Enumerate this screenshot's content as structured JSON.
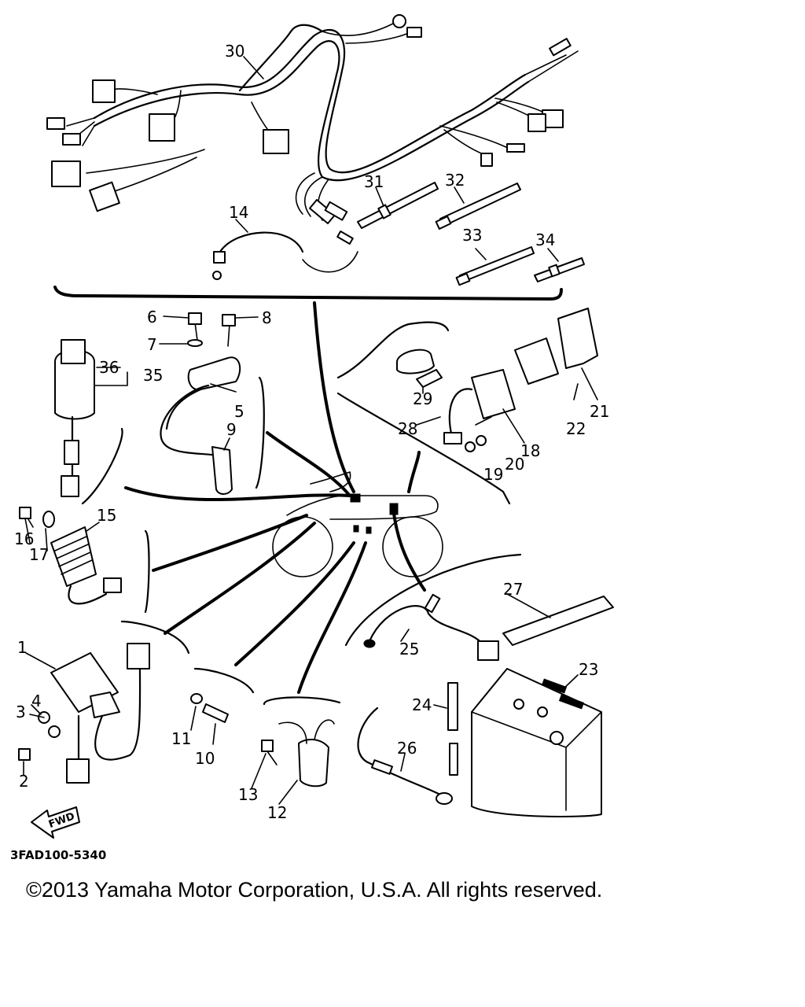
{
  "diagram": {
    "part_code": "3FAD100-5340",
    "fwd_label": "FWD",
    "callouts": [
      "1",
      "2",
      "3",
      "4",
      "5",
      "6",
      "7",
      "8",
      "9",
      "10",
      "11",
      "12",
      "13",
      "14",
      "15",
      "16",
      "17",
      "18",
      "19",
      "20",
      "21",
      "22",
      "23",
      "24",
      "25",
      "26",
      "27",
      "28",
      "29",
      "30",
      "31",
      "32",
      "33",
      "34",
      "35",
      "36"
    ]
  },
  "footer": {
    "copyright": "©2013 Yamaha Motor Corporation, U.S.A. All rights reserved."
  }
}
